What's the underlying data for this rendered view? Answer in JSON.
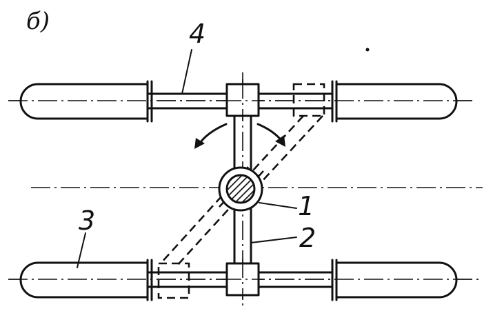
{
  "figure_label": "б)",
  "labels": {
    "l1": "1",
    "l2": "2",
    "l3": "3",
    "l4": "4"
  },
  "colors": {
    "ink": "#111111",
    "background": "#ffffff"
  }
}
